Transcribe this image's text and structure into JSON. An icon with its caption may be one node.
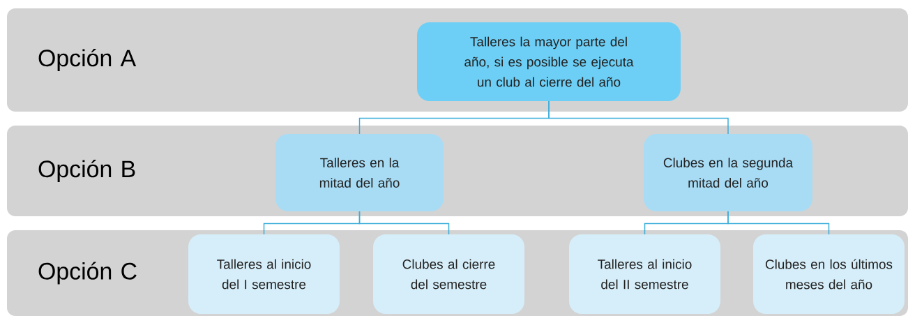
{
  "diagram": {
    "nodes": [
      {
        "text": [
          "Opción A"
        ]
      },
      {
        "text": [
          "Talleres la mayor parte del año, si es posible se ejecuta un club al cierre del año"
        ],
        "in": 0
      },
      {
        "text": [
          "Opción B"
        ]
      },
      {
        "text": [
          "Talleres en la mitad del año"
        ],
        "in": 2
      },
      {
        "text": [
          "Clubes en la segunda mitad del año"
        ],
        "in": 2
      },
      {
        "text": [
          "Opción C"
        ]
      },
      {
        "text": [
          "Talleres al inicio del I semestre"
        ],
        "in": 5
      },
      {
        "text": [
          "Clubes al cierre del semestre"
        ],
        "in": 5
      },
      {
        "text": [
          "Talleres al inicio del II semestre"
        ],
        "in": 5
      },
      {
        "text": [
          "Clubes en los últimos meses del año"
        ],
        "in": 5
      }
    ],
    "edges": [
      {
        "from": 1,
        "to": 3,
        "arrow": "none"
      },
      {
        "from": 1,
        "to": 4,
        "arrow": "none"
      },
      {
        "from": 3,
        "to": 6,
        "arrow": "none"
      },
      {
        "from": 3,
        "to": 7,
        "arrow": "none"
      },
      {
        "from": 4,
        "to": 8,
        "arrow": "none"
      },
      {
        "from": 4,
        "to": 9,
        "arrow": "none"
      }
    ]
  }
}
